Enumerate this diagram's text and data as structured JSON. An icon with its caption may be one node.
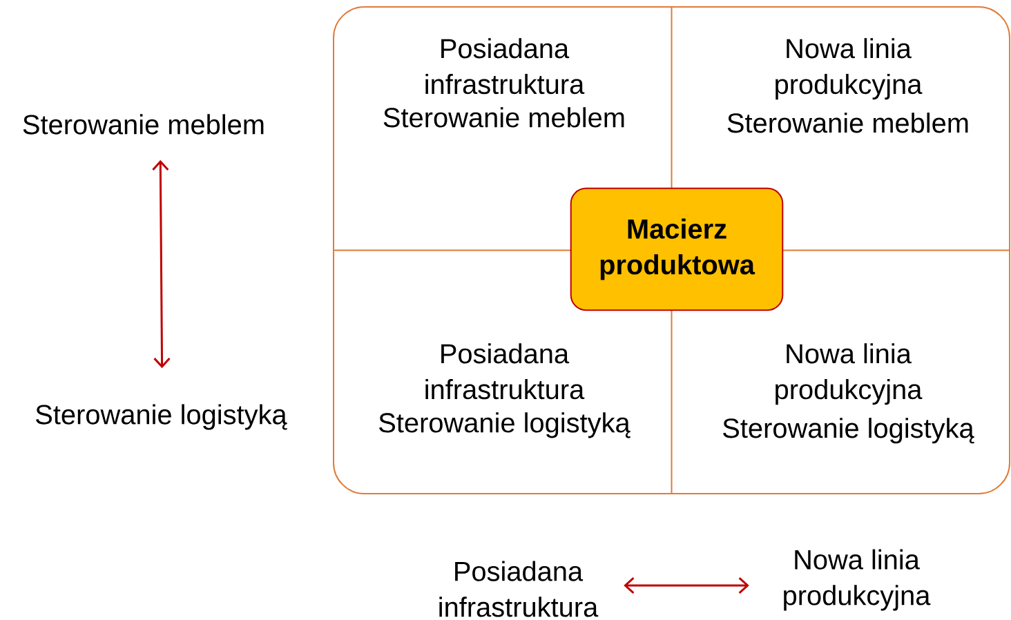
{
  "diagram": {
    "nodes": [
      {
        "text": [
          "Sterowanie meblem"
        ]
      },
      {
        "text": [
          "Sterowanie logistyką"
        ]
      },
      {
        "text": [],
        "shape": "box"
      },
      {
        "text": [
          "Posiadana infrastruktura",
          "Sterowanie meblem"
        ],
        "in": 2
      },
      {
        "text": [
          "Nowa linia produkcyjna",
          "Sterowanie meblem"
        ],
        "in": 2
      },
      {
        "text": [
          "Posiadana infrastruktura",
          "Sterowanie logistyką"
        ],
        "in": 2
      },
      {
        "text": [
          "Nowa linia produkcyjna",
          "Sterowanie logistyką"
        ],
        "in": 2
      },
      {
        "text": [
          "Macierz produktowa"
        ],
        "in": 2
      },
      {
        "text": [
          "Posiadana infrastruktura"
        ]
      },
      {
        "text": [
          "Nowa linia produkcyjna"
        ]
      }
    ],
    "edges": [
      {
        "from": 0,
        "to": 1,
        "arrow": "both",
        "color": "#c00000"
      },
      {
        "from": 8,
        "to": 9,
        "arrow": "both",
        "color": "#c00000"
      }
    ]
  }
}
